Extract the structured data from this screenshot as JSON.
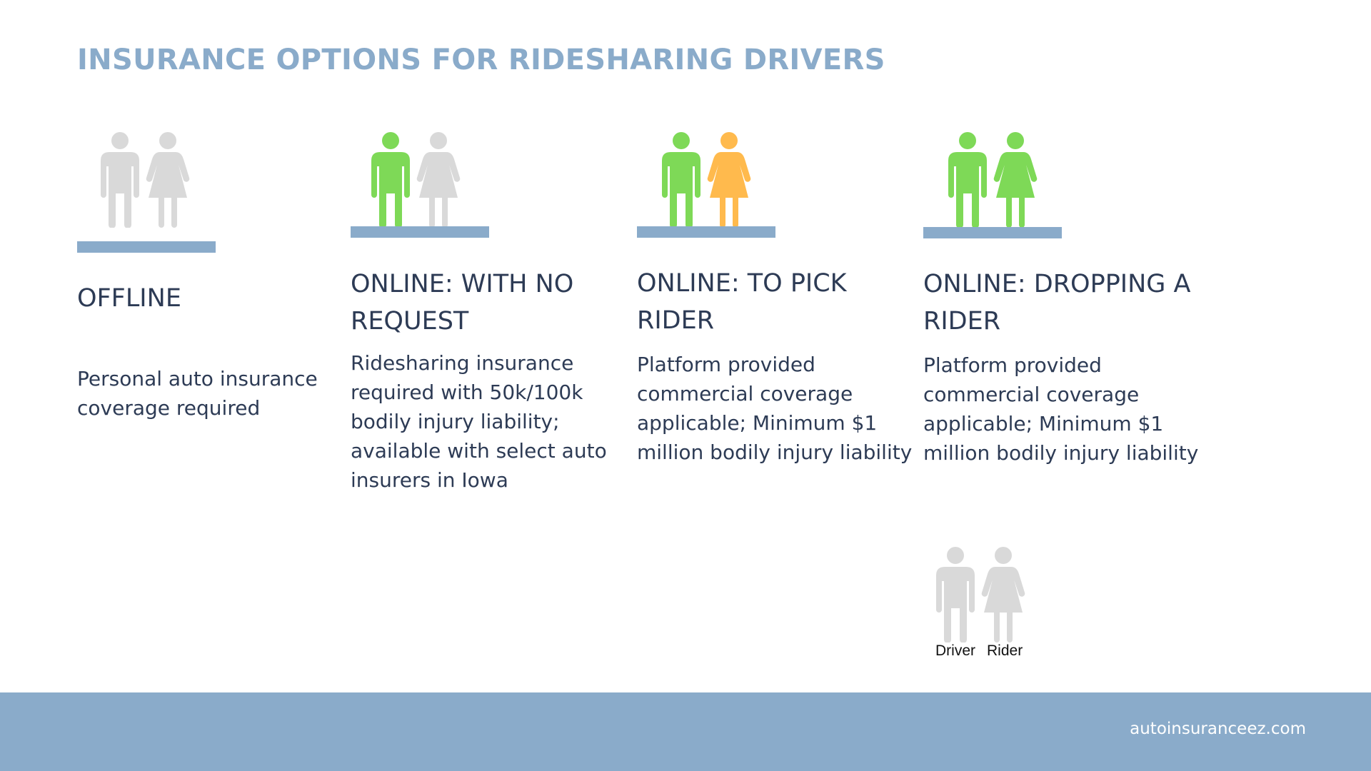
{
  "title": "INSURANCE OPTIONS FOR RIDESHARING DRIVERS",
  "colors": {
    "accent": "#8aabca",
    "active": "#7ed957",
    "waiting": "#ffba4d",
    "inactive": "#d9d9d9",
    "text": "#2d3b55"
  },
  "columns": [
    {
      "state": "OFFLINE",
      "description": "Personal auto insurance coverage required",
      "driver_icon": "male-person-icon",
      "driver_status": "inactive",
      "rider_icon": "female-person-icon",
      "rider_status": "inactive"
    },
    {
      "state": "ONLINE: WITH NO REQUEST",
      "description": "Ridesharing insurance required with 50k/100k bodily injury liability; available with select auto insurers in Iowa",
      "driver_icon": "male-person-icon",
      "driver_status": "active",
      "rider_icon": "female-person-icon",
      "rider_status": "inactive"
    },
    {
      "state": "ONLINE: TO PICK RIDER",
      "description": "Platform provided commercial coverage applicable; Minimum $1 million bodily injury liability",
      "driver_icon": "male-person-icon",
      "driver_status": "active",
      "rider_icon": "female-person-icon",
      "rider_status": "waiting"
    },
    {
      "state": "ONLINE: DROPPING A RIDER",
      "description": "Platform provided commercial coverage applicable; Minimum $1 million bodily injury liability",
      "driver_icon": "male-person-icon",
      "driver_status": "active",
      "rider_icon": "female-person-icon",
      "rider_status": "active"
    }
  ],
  "legend": {
    "driver_label": "Driver",
    "rider_label": "Rider",
    "driver_icon": "male-person-icon",
    "rider_icon": "female-person-icon"
  },
  "footer": {
    "site": "autoinsuranceez.com"
  }
}
